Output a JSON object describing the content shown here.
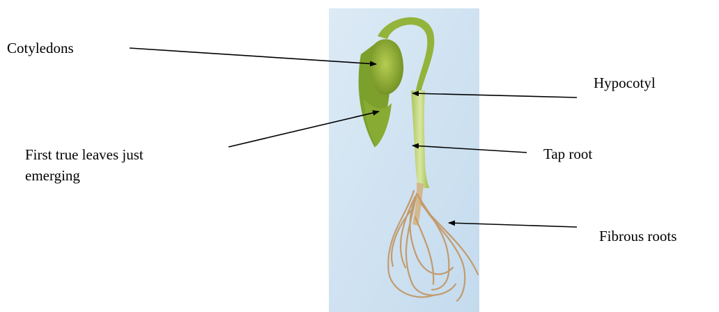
{
  "labels": {
    "cotyledons": "Cotyledons",
    "hypocotyl": "Hypocotyl",
    "tap_root": "Tap root",
    "first_true_leaves_line1": "First true leaves just",
    "first_true_leaves_line2": "emerging",
    "fibrous_roots": "Fibrous roots"
  },
  "colors": {
    "background_panel": "#cfe3f3",
    "seedling_green": "#9cbb3a",
    "root_tan": "#c9a57a",
    "arrow": "#000000"
  }
}
